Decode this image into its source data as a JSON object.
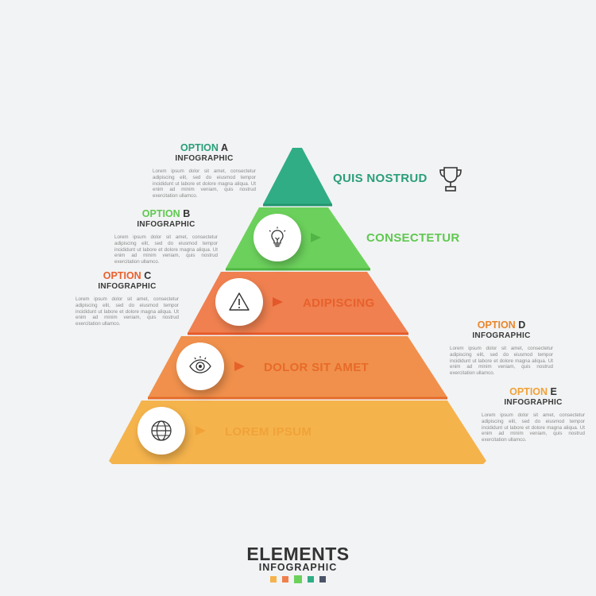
{
  "tiers": [
    {
      "label": "QUIS NOSTRUD",
      "color": "#30ad85",
      "label_color": "#2a9e78",
      "icon": "trophy-icon"
    },
    {
      "label": "CONSECTETUR",
      "color": "#6cd15c",
      "label_color": "#5fc850",
      "icon": "lightbulb-icon"
    },
    {
      "label": "ADIPISCING",
      "color": "#f08050",
      "label_color": "#e8602c",
      "icon": "warning-icon"
    },
    {
      "label": "DOLOR SIT AMET",
      "color": "#f0904c",
      "label_color": "#e86a28",
      "icon": "eye-icon"
    },
    {
      "label": "LOREM IPSUM",
      "color": "#f5b34c",
      "label_color": "#f0a238",
      "icon": "globe-icon"
    }
  ],
  "options": [
    {
      "prefix": "OPTION",
      "letter": "A",
      "color": "#2a9e78",
      "subtitle": "INFOGRAPHIC",
      "body": "Lorem ipsum dolor sit amet, consectetur adipiscing elit, sed do eiusmod tempor incididunt ut labore et dolore magna aliqua. Ut enim ad minim veniam, quis nostrud exercitation ullamco."
    },
    {
      "prefix": "OPTION",
      "letter": "B",
      "color": "#5fc850",
      "subtitle": "INFOGRAPHIC",
      "body": "Lorem ipsum dolor sit amet, consectetur adipiscing elit, sed do eiusmod tempor incididunt ut labore et dolore magna aliqua. Ut enim ad minim veniam, quis nostrud exercitation ullamco."
    },
    {
      "prefix": "OPTION",
      "letter": "C",
      "color": "#e8602c",
      "subtitle": "INFOGRAPHIC",
      "body": "Lorem ipsum dolor sit amet, consectetur adipiscing elit, sed do eiusmod tempor incididunt ut labore et dolore magna aliqua. Ut enim ad minim veniam, quis nostrud exercitation ullamco."
    },
    {
      "prefix": "OPTION",
      "letter": "D",
      "color": "#e8862c",
      "subtitle": "INFOGRAPHIC",
      "body": "Lorem ipsum dolor sit amet, consectetur adipiscing elit, sed do eiusmod tempor incididunt ut labore et dolore magna aliqua. Ut enim ad minim veniam, quis nostrud exercitation ullamco."
    },
    {
      "prefix": "OPTION",
      "letter": "E",
      "color": "#f0a238",
      "subtitle": "INFOGRAPHIC",
      "body": "Lorem ipsum dolor sit amet, consectetur adipiscing elit, sed do eiusmod tempor incididunt ut labore et dolore magna aliqua. Ut enim ad minim veniam, quis nostrud exercitation ullamco."
    }
  ],
  "footer": {
    "title": "ELEMENTS",
    "subtitle": "INFOGRAPHIC",
    "swatches": [
      "#f5b34c",
      "#f0804c",
      "#6cd15c",
      "#30ad85",
      "#4a5468"
    ]
  }
}
